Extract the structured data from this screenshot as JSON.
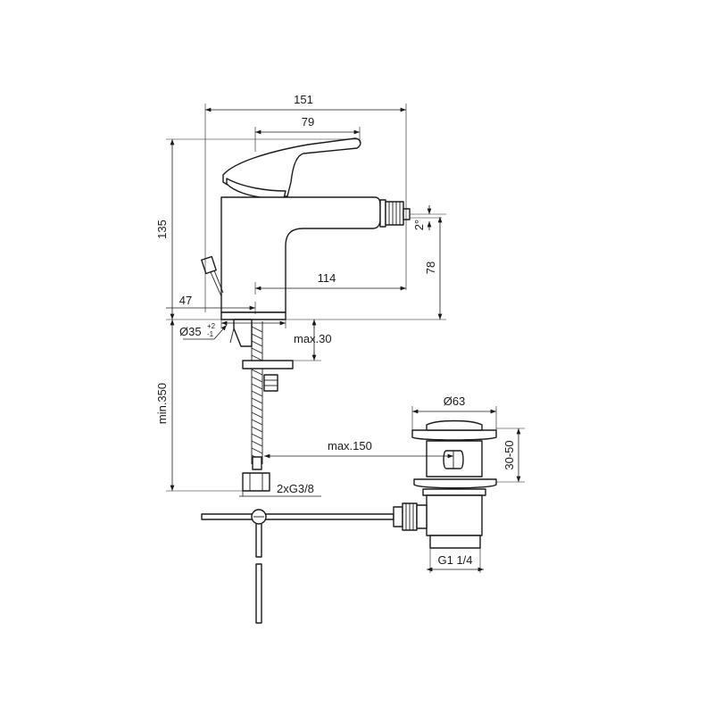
{
  "dimensions": {
    "overall_width": "151",
    "lever_width": "79",
    "overall_height": "135",
    "spout_height": "78",
    "spout_angle": "2°",
    "spout_reach": "114",
    "base_offset": "47",
    "hole_diameter": "Ø35",
    "hole_tolerance_upper": "+2",
    "hole_tolerance_lower": "-1",
    "max_deck_thickness": "max.30",
    "min_hose_length": "min.350",
    "max_waste_length": "max.150",
    "connections": "2xG3/8",
    "waste_diameter": "Ø63",
    "waste_height": "30-50",
    "waste_thread": "G1 1/4"
  }
}
